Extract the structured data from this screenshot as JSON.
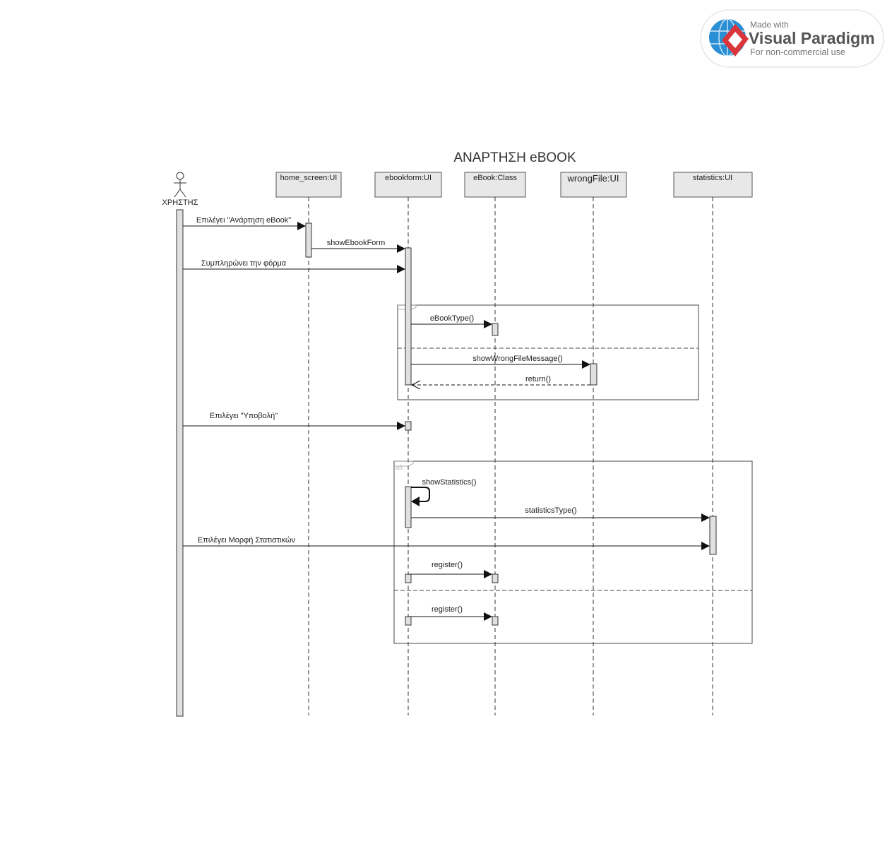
{
  "watermark": {
    "made_with": "Made with",
    "brand": "Visual Paradigm",
    "subtitle": "For non-commercial use"
  },
  "diagram": {
    "title": "ΑΝΑΡΤΗΣΗ eBOOK",
    "actor": "ΧΡΗΣΤΗΣ",
    "lifelines": [
      "home_screen:UI",
      "ebookform:UI",
      "eBook:Class",
      "wrongFile:UI",
      "statistics:UI"
    ],
    "fragments": [
      "",
      "alt"
    ],
    "messages": [
      "Επιλέγει \"Ανάρτηση eBook\"",
      "showEbookForm",
      "Συμπληρώνει την φόρμα",
      "eBookType()",
      "showWrongFileMessage()",
      "return()",
      "Επιλέγει \"Υποβολή\"",
      "showStatistics()",
      "statisticsType()",
      "Επιλέγει Μορφή Στατιστικών",
      "register()",
      "register()"
    ]
  }
}
